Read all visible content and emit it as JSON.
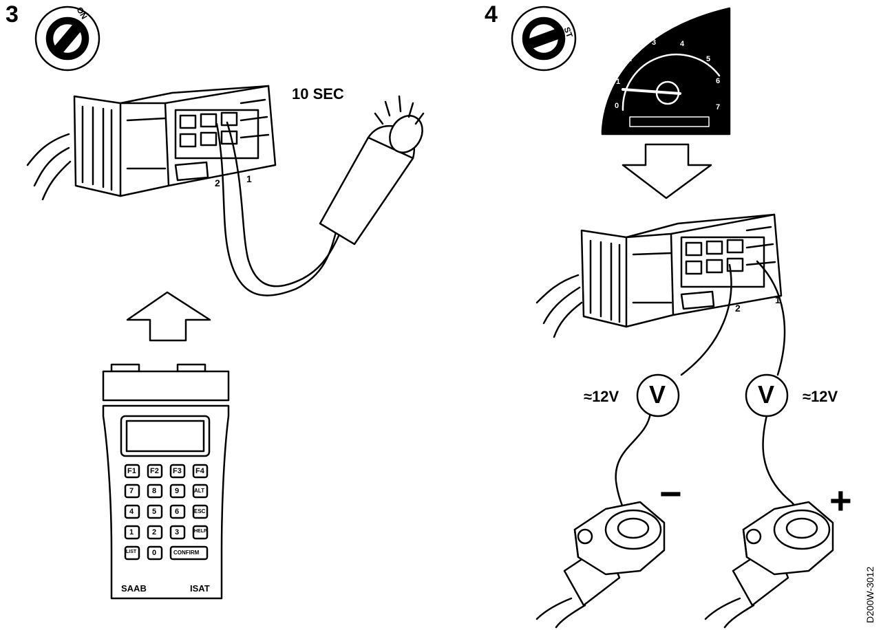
{
  "step3": {
    "number": "3",
    "key_position": "ON",
    "duration": "10 SEC",
    "pin_left": "2",
    "pin_right": "1"
  },
  "step4": {
    "number": "4",
    "key_position": "ST",
    "tach_numbers": [
      "0",
      "1",
      "2",
      "3",
      "4",
      "5",
      "6",
      "7"
    ],
    "pin_left": "2",
    "pin_right": "1",
    "meter_left": {
      "symbol": "V",
      "reading": "≈12V"
    },
    "meter_right": {
      "symbol": "V",
      "reading": "≈12V"
    },
    "terminal_negative": "−",
    "terminal_positive": "+"
  },
  "tester": {
    "function_keys": [
      "F1",
      "F2",
      "F3",
      "F4"
    ],
    "keypad": [
      "7",
      "8",
      "9",
      "ALT",
      "4",
      "5",
      "6",
      "ESC",
      "1",
      "2",
      "3",
      "HELP",
      "LIST",
      "0",
      "CONFIRM"
    ],
    "brand": "SAAB",
    "model": "ISAT"
  },
  "figure_code": "D200W-3012"
}
